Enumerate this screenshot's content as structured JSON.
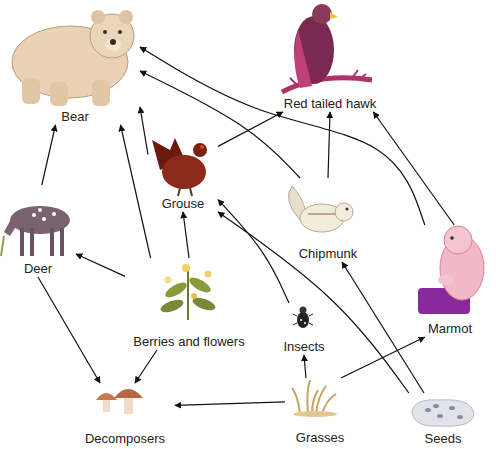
{
  "diagram": {
    "nodes": [
      {
        "text": [
          "Bear"
        ]
      },
      {
        "text": [
          "Red tailed hawk"
        ]
      },
      {
        "text": [
          "Grouse"
        ]
      },
      {
        "text": [
          "Chipmunk"
        ]
      },
      {
        "text": [
          "Marmot"
        ]
      },
      {
        "text": [
          "Deer"
        ]
      },
      {
        "text": [
          "Berries and flowers"
        ]
      },
      {
        "text": [
          "Insects"
        ]
      },
      {
        "text": [
          "Decomposers"
        ]
      },
      {
        "text": [
          "Grasses"
        ]
      },
      {
        "text": [
          "Seeds"
        ]
      }
    ],
    "edges": [
      {
        "from": 5,
        "to": 0,
        "arrow": "to"
      },
      {
        "from": 6,
        "to": 0,
        "arrow": "to"
      },
      {
        "from": 2,
        "to": 0,
        "arrow": "to"
      },
      {
        "from": 3,
        "to": 0,
        "arrow": "to"
      },
      {
        "from": 4,
        "to": 0,
        "arrow": "to"
      },
      {
        "from": 2,
        "to": 1,
        "arrow": "to"
      },
      {
        "from": 3,
        "to": 1,
        "arrow": "to"
      },
      {
        "from": 4,
        "to": 1,
        "arrow": "to"
      },
      {
        "from": 6,
        "to": 5,
        "arrow": "to"
      },
      {
        "from": 6,
        "to": 2,
        "arrow": "to"
      },
      {
        "from": 6,
        "to": 8,
        "arrow": "to"
      },
      {
        "from": 5,
        "to": 8,
        "arrow": "to"
      },
      {
        "from": 7,
        "to": 2,
        "arrow": "to"
      },
      {
        "from": 9,
        "to": 7,
        "arrow": "to"
      },
      {
        "from": 9,
        "to": 8,
        "arrow": "to"
      },
      {
        "from": 9,
        "to": 4,
        "arrow": "to"
      },
      {
        "from": 10,
        "to": 2,
        "arrow": "to"
      },
      {
        "from": 10,
        "to": 3,
        "arrow": "to"
      }
    ]
  }
}
